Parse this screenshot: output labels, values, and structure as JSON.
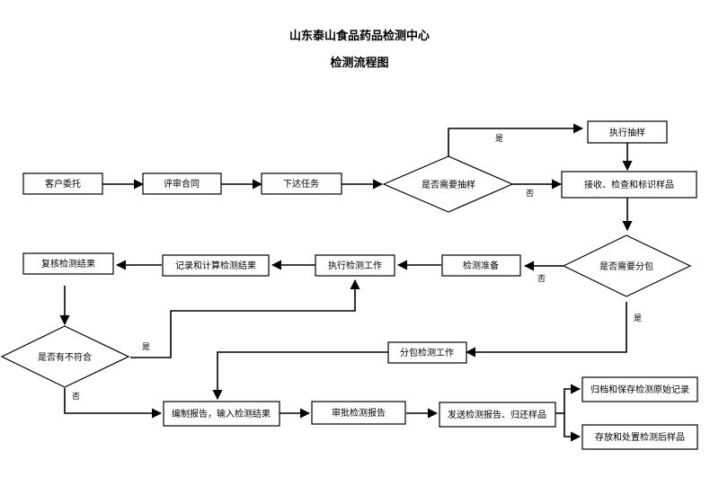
{
  "title": "山东泰山食品药品检测中心",
  "subtitle": "检测流程图",
  "nodes": {
    "client": "客户委托",
    "review": "评审合同",
    "assign": "下达任务",
    "need_sampling": "是否需要抽样",
    "do_sampling": "执行抽样",
    "receive": "接收、检查和标识样品",
    "need_subcontract": "是否需要分包",
    "prepare": "检测准备",
    "execute": "执行检测工作",
    "record": "记录和计算检测结果",
    "recheck": "复核检测结果",
    "nonconform": "是否有不符合",
    "subcontract": "分包检测工作",
    "compile": "编制报告，输入检测结果",
    "approve": "审批检测报告",
    "send": "发送检测报告、归还样品",
    "archive": "归档和保存检测原始记录",
    "dispose": "存放和处置检测后样品"
  },
  "edge_labels": {
    "sampling_yes": "是",
    "sampling_no": "否",
    "subcontract_no": "否",
    "subcontract_yes": "是",
    "nonconform_yes": "是",
    "nonconform_no": "否"
  }
}
